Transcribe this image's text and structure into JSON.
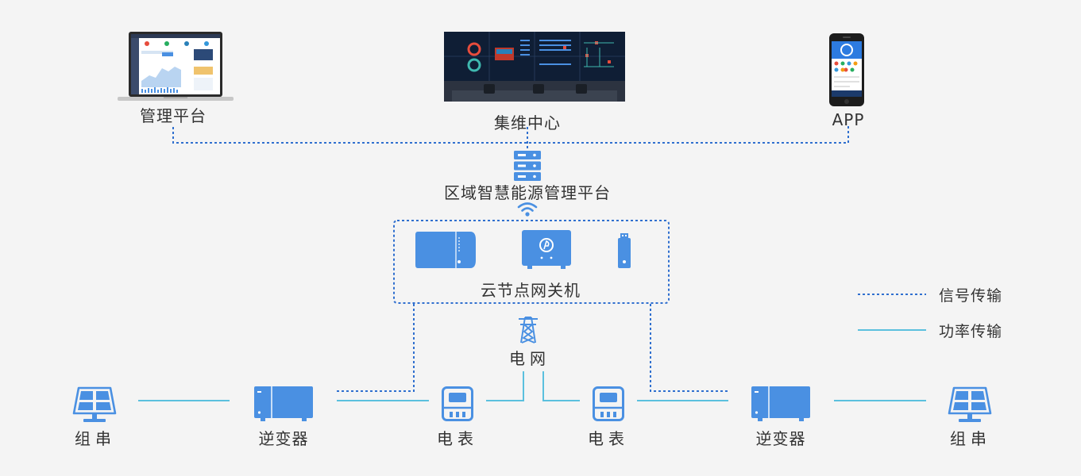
{
  "top_nodes": {
    "management": "管理平台",
    "ops_center": "集维中心",
    "app": "APP"
  },
  "platform": "区域智慧能源管理平台",
  "gateway": "云节点网关机",
  "grid": "电网",
  "chain": {
    "string_left": "组串",
    "inverter_left": "逆变器",
    "meter_left": "电表",
    "meter_right": "电表",
    "inverter_right": "逆变器",
    "string_right": "组串"
  },
  "legend": {
    "signal": "信号传输",
    "power": "功率传输"
  },
  "colors": {
    "icon_blue": "#4a90e2",
    "signal_line": "#2f6fcf",
    "power_line": "#5bc0de",
    "background": "#f4f4f4"
  }
}
